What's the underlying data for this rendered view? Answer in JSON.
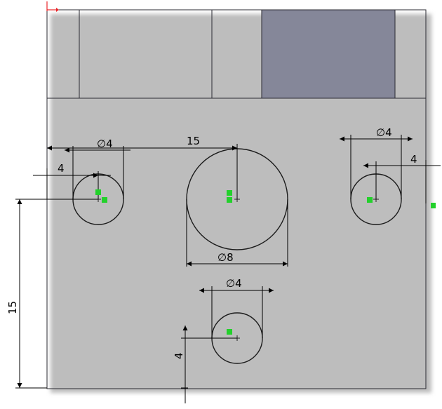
{
  "colors": {
    "face": "#9a9cb0",
    "face_dark": "#858799",
    "page_bg": "#ffffff",
    "sketch_line": "#1c1c1c",
    "dimension": "#000000",
    "relation_badge": "#23d12b",
    "origin_x": "#e8262a",
    "shadow": "#c9c9c9"
  },
  "dimensions": {
    "hole_left_diameter": "∅4",
    "hole_left_x": "4",
    "center_distance_x": "15",
    "hole_center_diameter": "∅8",
    "hole_right_diameter": "∅4",
    "hole_right_x": "4",
    "vertical_distance": "15",
    "hole_bottom_diameter": "∅4",
    "hole_bottom_y": "4"
  },
  "icons": {
    "origin": "origin-axis-icon",
    "relation": "sketch-relation-icon"
  }
}
